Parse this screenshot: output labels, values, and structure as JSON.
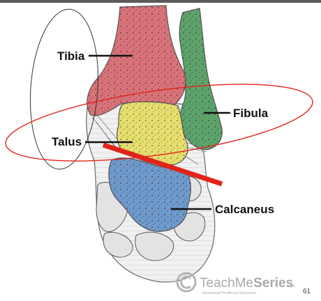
{
  "diagram": {
    "labels": {
      "tibia": "Tibia",
      "fibula": "Fibula",
      "talus": "Talus",
      "calcaneus": "Calcaneus"
    },
    "colors": {
      "tibia": "#d9737a",
      "fibula": "#5ea36c",
      "talus": "#e6df6e",
      "calcaneus": "#6f9acb",
      "annotation_red": "#e2231a",
      "outline": "#555555"
    }
  },
  "watermark": {
    "brand_regular": "TeachMe",
    "brand_bold": "Series",
    "brand_suffix": ".com",
    "tagline": "Educational Healthcare Resources"
  },
  "page_number": "61"
}
